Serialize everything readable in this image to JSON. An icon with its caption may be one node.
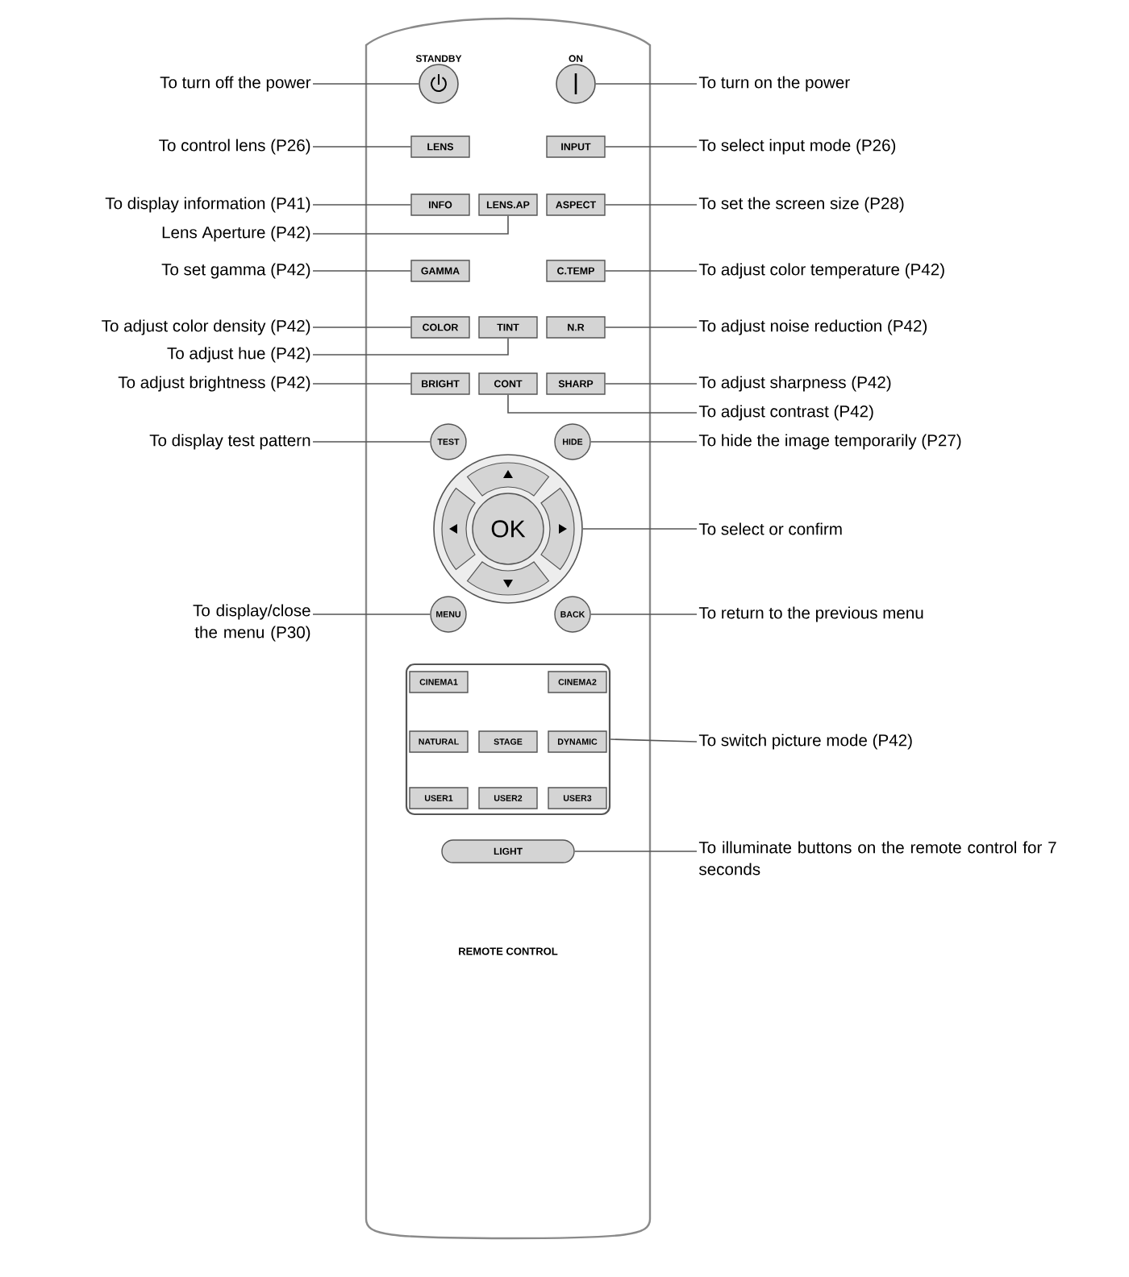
{
  "diagram": {
    "nodes": [
      {
        "text": [
          "REMOTE CONTROL"
        ]
      },
      {
        "text": [
          "STANDBY"
        ],
        "in": 0
      },
      {
        "text": [
          "ON"
        ],
        "in": 0
      },
      {
        "text": [
          "LENS"
        ],
        "in": 0
      },
      {
        "text": [
          "INPUT"
        ],
        "in": 0
      },
      {
        "text": [
          "INFO"
        ],
        "in": 0
      },
      {
        "text": [
          "LENS.AP"
        ],
        "in": 0
      },
      {
        "text": [
          "ASPECT"
        ],
        "in": 0
      },
      {
        "text": [
          "GAMMA"
        ],
        "in": 0
      },
      {
        "text": [
          "C.TEMP"
        ],
        "in": 0
      },
      {
        "text": [
          "COLOR"
        ],
        "in": 0
      },
      {
        "text": [
          "TINT"
        ],
        "in": 0
      },
      {
        "text": [
          "N.R"
        ],
        "in": 0
      },
      {
        "text": [
          "BRIGHT"
        ],
        "in": 0
      },
      {
        "text": [
          "CONT"
        ],
        "in": 0
      },
      {
        "text": [
          "SHARP"
        ],
        "in": 0
      },
      {
        "text": [
          "TEST"
        ],
        "in": 0
      },
      {
        "text": [
          "HIDE"
        ],
        "in": 0
      },
      {
        "text": [],
        "shape": "circle",
        "in": 0
      },
      {
        "text": [
          "OK"
        ],
        "in": 18
      },
      {
        "text": [
          "MENU"
        ],
        "in": 0
      },
      {
        "text": [
          "BACK"
        ],
        "in": 0
      },
      {
        "text": [],
        "shape": "box",
        "in": 0
      },
      {
        "text": [
          "CINEMA1"
        ],
        "in": 22
      },
      {
        "text": [
          "CINEMA2"
        ],
        "in": 22
      },
      {
        "text": [
          "NATURAL"
        ],
        "in": 22
      },
      {
        "text": [
          "STAGE"
        ],
        "in": 22
      },
      {
        "text": [
          "DYNAMIC"
        ],
        "in": 22
      },
      {
        "text": [
          "USER1"
        ],
        "in": 22
      },
      {
        "text": [
          "USER2"
        ],
        "in": 22
      },
      {
        "text": [
          "USER3"
        ],
        "in": 22
      },
      {
        "text": [
          "LIGHT"
        ],
        "in": 0
      },
      {
        "text": [
          "To turn off the power"
        ]
      },
      {
        "text": [
          "To turn on the power"
        ]
      },
      {
        "text": [
          "To control lens (P26)"
        ]
      },
      {
        "text": [
          "To select input mode (P26)"
        ]
      },
      {
        "text": [
          "To display information (P41)"
        ]
      },
      {
        "text": [
          "To set the screen size (P28)"
        ]
      },
      {
        "text": [
          "Lens Aperture (P42)"
        ]
      },
      {
        "text": [
          "To set gamma (P42)"
        ]
      },
      {
        "text": [
          "To adjust color temperature (P42)"
        ]
      },
      {
        "text": [
          "To adjust color density (P42)"
        ]
      },
      {
        "text": [
          "To adjust noise reduction (P42)"
        ]
      },
      {
        "text": [
          "To adjust hue (P42)"
        ]
      },
      {
        "text": [
          "To adjust brightness (P42)"
        ]
      },
      {
        "text": [
          "To adjust sharpness (P42)"
        ]
      },
      {
        "text": [
          "To adjust contrast (P42)"
        ]
      },
      {
        "text": [
          "To display test pattern"
        ]
      },
      {
        "text": [
          "To hide the image temporarily (P27)"
        ]
      },
      {
        "text": [
          "To select or confirm"
        ]
      },
      {
        "text": [
          "To display/close the menu (P30)"
        ]
      },
      {
        "text": [
          "To return to the previous menu"
        ]
      },
      {
        "text": [
          "To switch picture mode (P42)"
        ]
      },
      {
        "text": [
          "To illuminate buttons on the remote control for 7 seconds"
        ]
      }
    ],
    "edges": [
      {
        "from": 32,
        "to": 1,
        "arrow": "none"
      },
      {
        "from": 33,
        "to": 2,
        "arrow": "none"
      },
      {
        "from": 34,
        "to": 3,
        "arrow": "none"
      },
      {
        "from": 35,
        "to": 4,
        "arrow": "none"
      },
      {
        "from": 36,
        "to": 5,
        "arrow": "none"
      },
      {
        "from": 37,
        "to": 7,
        "arrow": "none"
      },
      {
        "from": 38,
        "to": 6,
        "arrow": "none"
      },
      {
        "from": 39,
        "to": 8,
        "arrow": "none"
      },
      {
        "from": 40,
        "to": 9,
        "arrow": "none"
      },
      {
        "from": 41,
        "to": 10,
        "arrow": "none"
      },
      {
        "from": 42,
        "to": 12,
        "arrow": "none"
      },
      {
        "from": 43,
        "to": 11,
        "arrow": "none"
      },
      {
        "from": 44,
        "to": 13,
        "arrow": "none"
      },
      {
        "from": 45,
        "to": 15,
        "arrow": "none"
      },
      {
        "from": 46,
        "to": 14,
        "arrow": "none"
      },
      {
        "from": 47,
        "to": 16,
        "arrow": "none"
      },
      {
        "from": 48,
        "to": 17,
        "arrow": "none"
      },
      {
        "from": 49,
        "to": 18,
        "arrow": "none"
      },
      {
        "from": 50,
        "to": 20,
        "arrow": "none"
      },
      {
        "from": 51,
        "to": 21,
        "arrow": "none"
      },
      {
        "from": 52,
        "to": 22,
        "arrow": "none"
      },
      {
        "from": 53,
        "to": 31,
        "arrow": "none"
      }
    ]
  }
}
